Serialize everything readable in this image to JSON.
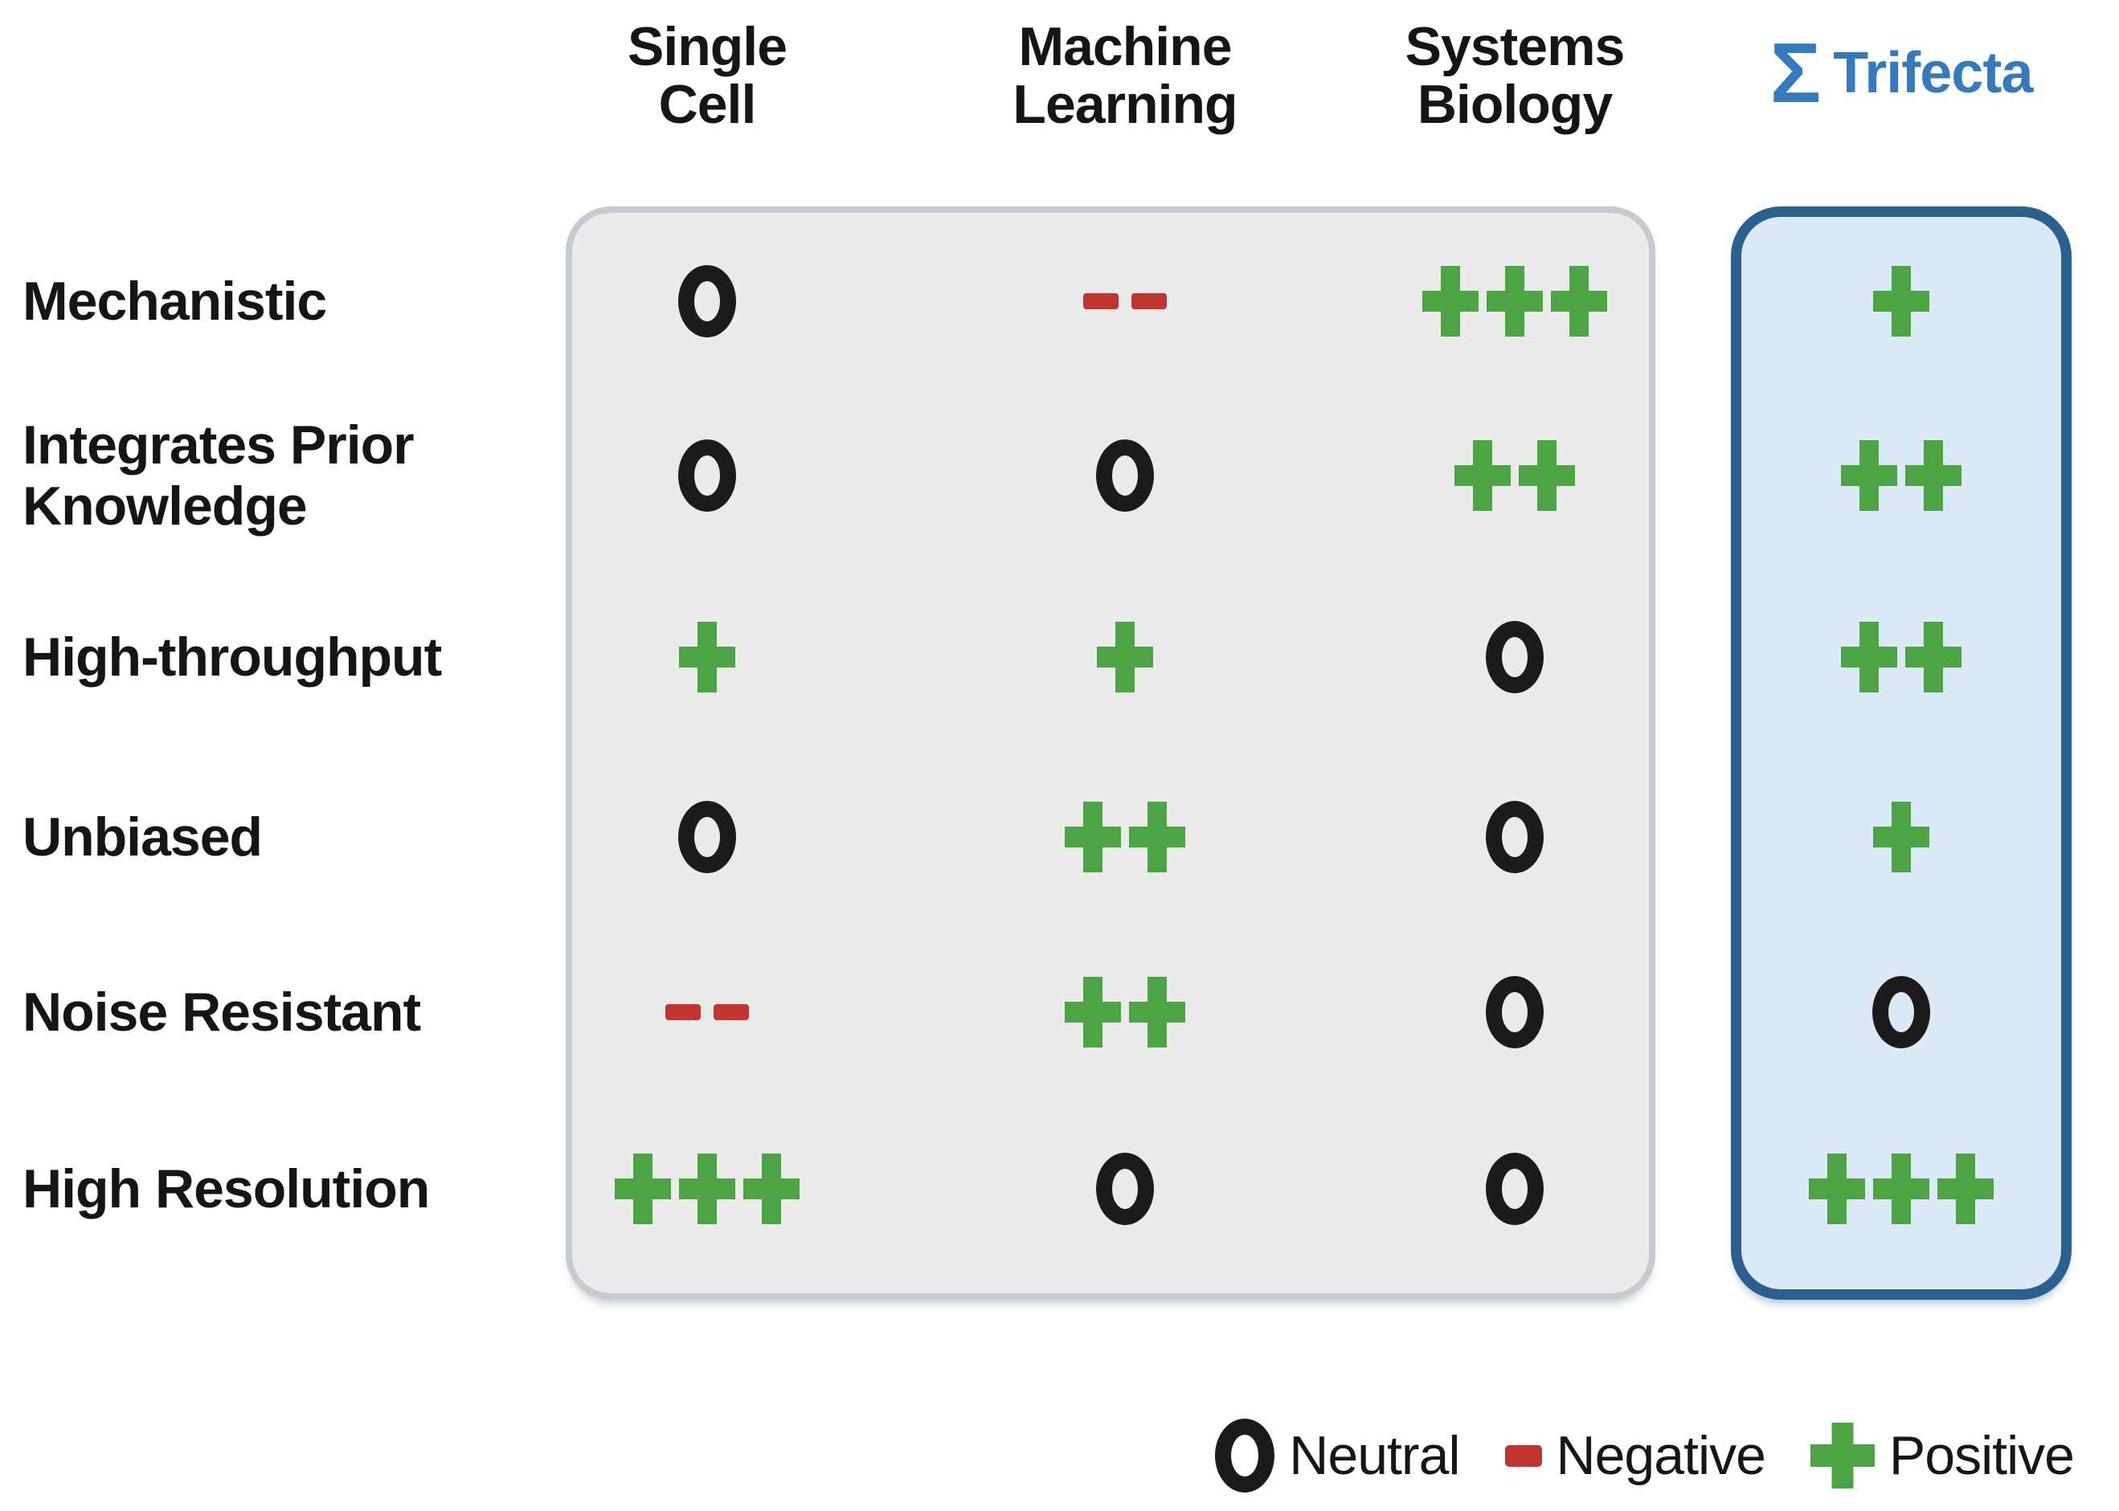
{
  "figure": {
    "columns": [
      {
        "id": "single-cell",
        "lines": [
          "Single",
          "Cell"
        ]
      },
      {
        "id": "machine-learning",
        "lines": [
          "Machine",
          "Learning"
        ]
      },
      {
        "id": "systems-biology",
        "lines": [
          "Systems",
          "Biology"
        ]
      },
      {
        "id": "trifecta",
        "sigma": "Σ",
        "lines": [
          "Trifecta"
        ]
      }
    ],
    "rows": [
      {
        "id": "mechanistic",
        "lines": [
          "Mechanistic"
        ]
      },
      {
        "id": "integrates-prior-knowledge",
        "lines": [
          "Integrates Prior",
          "Knowledge"
        ]
      },
      {
        "id": "high-throughput",
        "lines": [
          "High-throughput"
        ]
      },
      {
        "id": "unbiased",
        "lines": [
          "Unbiased"
        ]
      },
      {
        "id": "noise-resistant",
        "lines": [
          "Noise Resistant"
        ]
      },
      {
        "id": "high-resolution",
        "lines": [
          "High Resolution"
        ]
      }
    ],
    "cells": [
      [
        "O",
        "--",
        "+++",
        "+"
      ],
      [
        "O",
        "O",
        "++",
        "++"
      ],
      [
        "+",
        "+",
        "O",
        "++"
      ],
      [
        "O",
        "++",
        "O",
        "+"
      ],
      [
        "--",
        "++",
        "O",
        "O"
      ],
      [
        "+++",
        "O",
        "O",
        "+++"
      ]
    ]
  },
  "legend": {
    "items": [
      {
        "symbol": "O",
        "label": "Neutral"
      },
      {
        "symbol": "-",
        "label": "Negative"
      },
      {
        "symbol": "+",
        "label": "Positive"
      }
    ]
  },
  "colors": {
    "positive": "#4da445",
    "negative": "#c03530",
    "neutral": "#1b1b1b",
    "trifecta_text": "#3579be",
    "trifecta_border": "#2a6090",
    "trifecta_fill": "#dce9f7",
    "panel_fill": "#ebebeb",
    "panel_border": "#c6cbd1"
  },
  "chart_data": {
    "type": "table",
    "title": "",
    "columns": [
      "Single Cell",
      "Machine Learning",
      "Systems Biology",
      "Σ Trifecta"
    ],
    "rows": [
      "Mechanistic",
      "Integrates Prior Knowledge",
      "High-throughput",
      "Unbiased",
      "Noise Resistant",
      "High Resolution"
    ],
    "values": [
      [
        "O",
        "--",
        "+++",
        "+"
      ],
      [
        "O",
        "O",
        "++",
        "++"
      ],
      [
        "+",
        "+",
        "O",
        "++"
      ],
      [
        "O",
        "++",
        "O",
        "+"
      ],
      [
        "--",
        "++",
        "O",
        "O"
      ],
      [
        "+++",
        "O",
        "O",
        "+++"
      ]
    ],
    "value_key": {
      "O": "Neutral",
      "-": "Negative",
      "+": "Positive"
    },
    "legend_position": "bottom-right"
  }
}
